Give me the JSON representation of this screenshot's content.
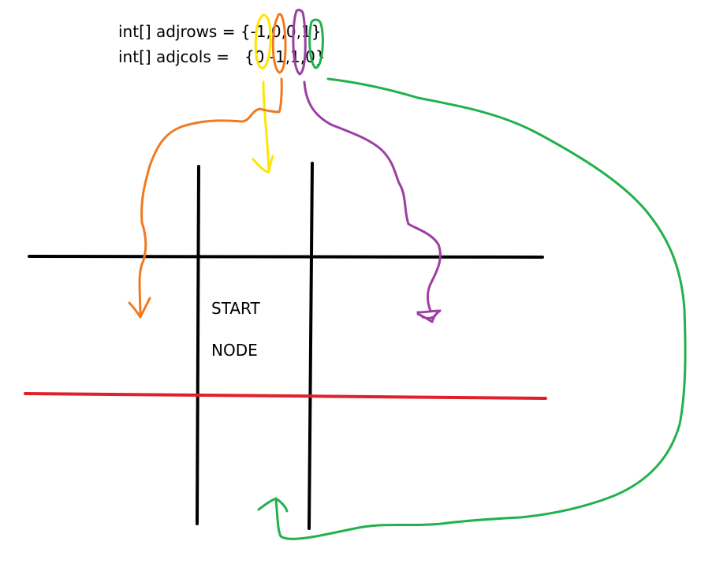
{
  "code": {
    "line1": "int[] adjrows = {-1,0,0,1}",
    "line2": "int[] adjcols =   {0,-1,1,0}"
  },
  "node": {
    "line1": "START",
    "line2": "NODE"
  },
  "colors": {
    "grid": "#000000",
    "highlight_row": "#e0212b",
    "up_arrow": "#ffe600",
    "left_arrow": "#f07a22",
    "right_arrow": "#9b3fa3",
    "down_arrow": "#22b14c"
  }
}
